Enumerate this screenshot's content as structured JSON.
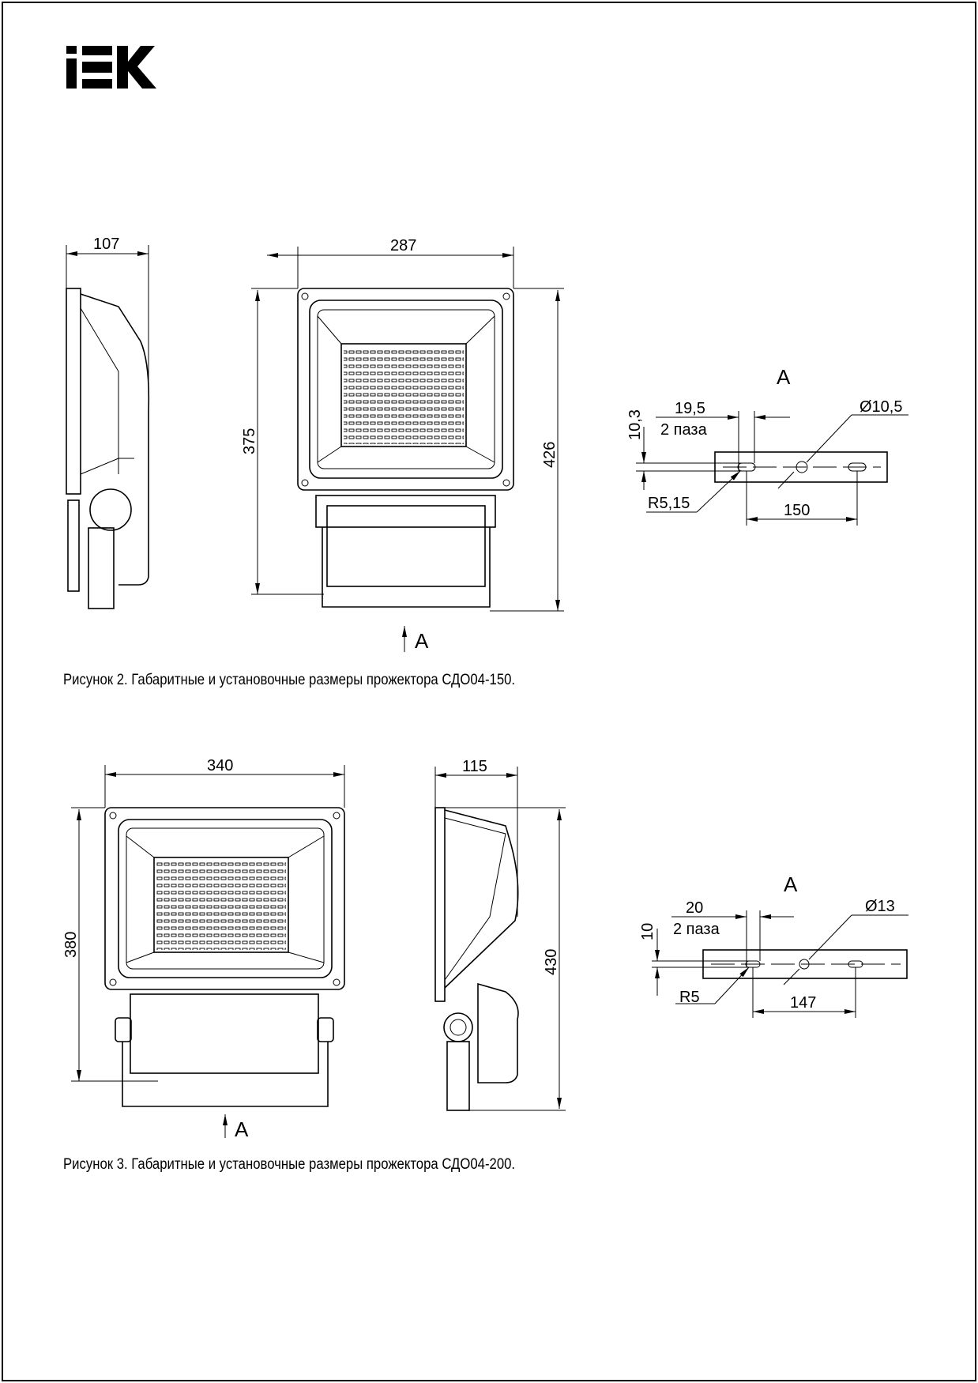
{
  "logo": {
    "text": "IEK"
  },
  "figure2": {
    "caption": "Рисунок 2. Габаритные и установочные размеры прожектора СДО04-150.",
    "dims": {
      "depth": "107",
      "width": "287",
      "height_body": "375",
      "height_total": "426"
    },
    "view_label": "A",
    "detail": {
      "title": "A",
      "slot_width": "19,5",
      "slot_count": "2 паза",
      "slot_height": "10,3",
      "hole_diameter": "Ø10,5",
      "radius": "R5,15",
      "spacing": "150"
    }
  },
  "figure3": {
    "caption": "Рисунок 3. Габаритные и установочные размеры прожектора СДО04-200.",
    "dims": {
      "width": "340",
      "depth": "115",
      "height_body": "380",
      "height_total": "430"
    },
    "view_label": "A",
    "detail": {
      "title": "A",
      "slot_width": "20",
      "slot_count": "2 паза",
      "slot_height": "10",
      "hole_diameter": "Ø13",
      "radius": "R5",
      "spacing": "147"
    }
  }
}
